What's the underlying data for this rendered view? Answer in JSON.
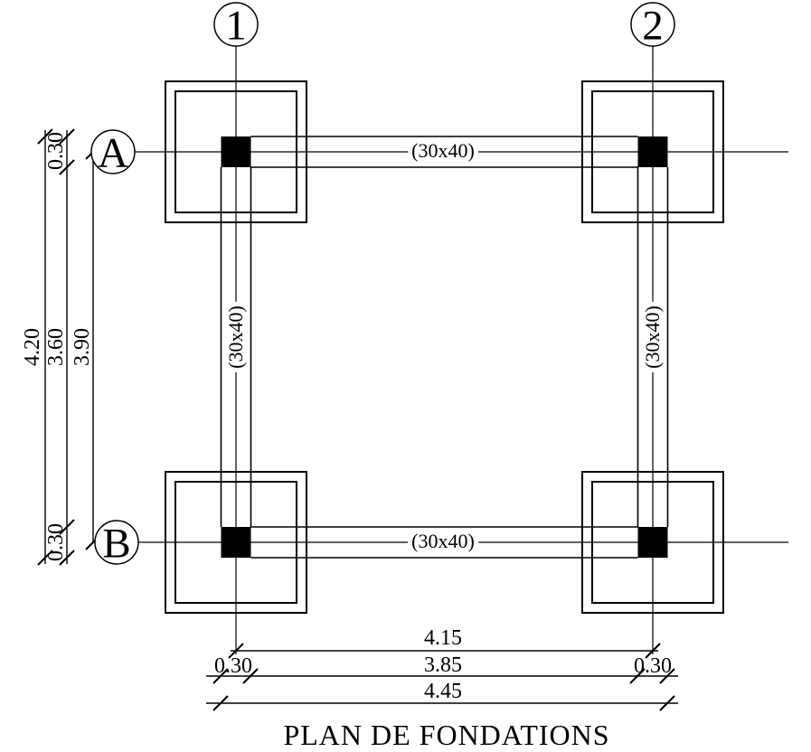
{
  "drawing_title": "PLAN DE FONDATIONS",
  "grid_bubbles": {
    "col1": "1",
    "col2": "2",
    "rowA": "A",
    "rowB": "B"
  },
  "beam_labels": {
    "top": "(30x40)",
    "bottom": "(30x40)",
    "left": "(30x40)",
    "right": "(30x40)"
  },
  "dims_left": {
    "col_top": "0.30",
    "overall": "4.20",
    "clear": "3.60",
    "axis_to_axis": "3.90",
    "col_bottom": "0.30"
  },
  "dims_bottom": {
    "axis_to_axis": "4.15",
    "col_left": "0.30",
    "clear": "3.85",
    "col_right": "0.30",
    "overall": "4.45"
  },
  "colors": {
    "line": "#000000",
    "column_fill": "#000000",
    "background": "#ffffff"
  }
}
